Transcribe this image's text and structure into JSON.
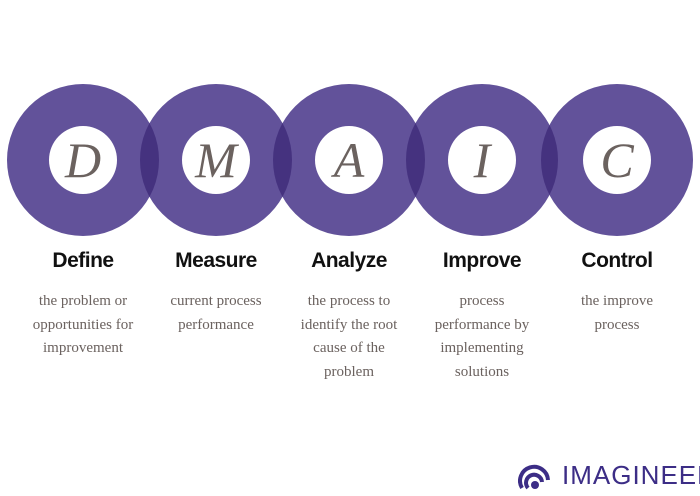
{
  "colors": {
    "ring": "#62529a",
    "overlap": "#45327f",
    "letter": "#6b625f",
    "logo": "#3c2d86"
  },
  "steps": [
    {
      "letter": "D",
      "title": "Define",
      "lines": [
        "the problem or",
        "opportunities for",
        "improvement"
      ]
    },
    {
      "letter": "M",
      "title": "Measure",
      "lines": [
        "current process",
        "performance"
      ]
    },
    {
      "letter": "A",
      "title": "Analyze",
      "lines": [
        "the process to",
        "identify the root",
        "cause of the",
        "problem"
      ]
    },
    {
      "letter": "I",
      "title": "Improve",
      "lines": [
        "process",
        "performance by",
        "implementing",
        "solutions"
      ]
    },
    {
      "letter": "C",
      "title": "Control",
      "lines": [
        "the improve",
        "process"
      ]
    }
  ],
  "logo": {
    "text": "IMAGINEER"
  }
}
